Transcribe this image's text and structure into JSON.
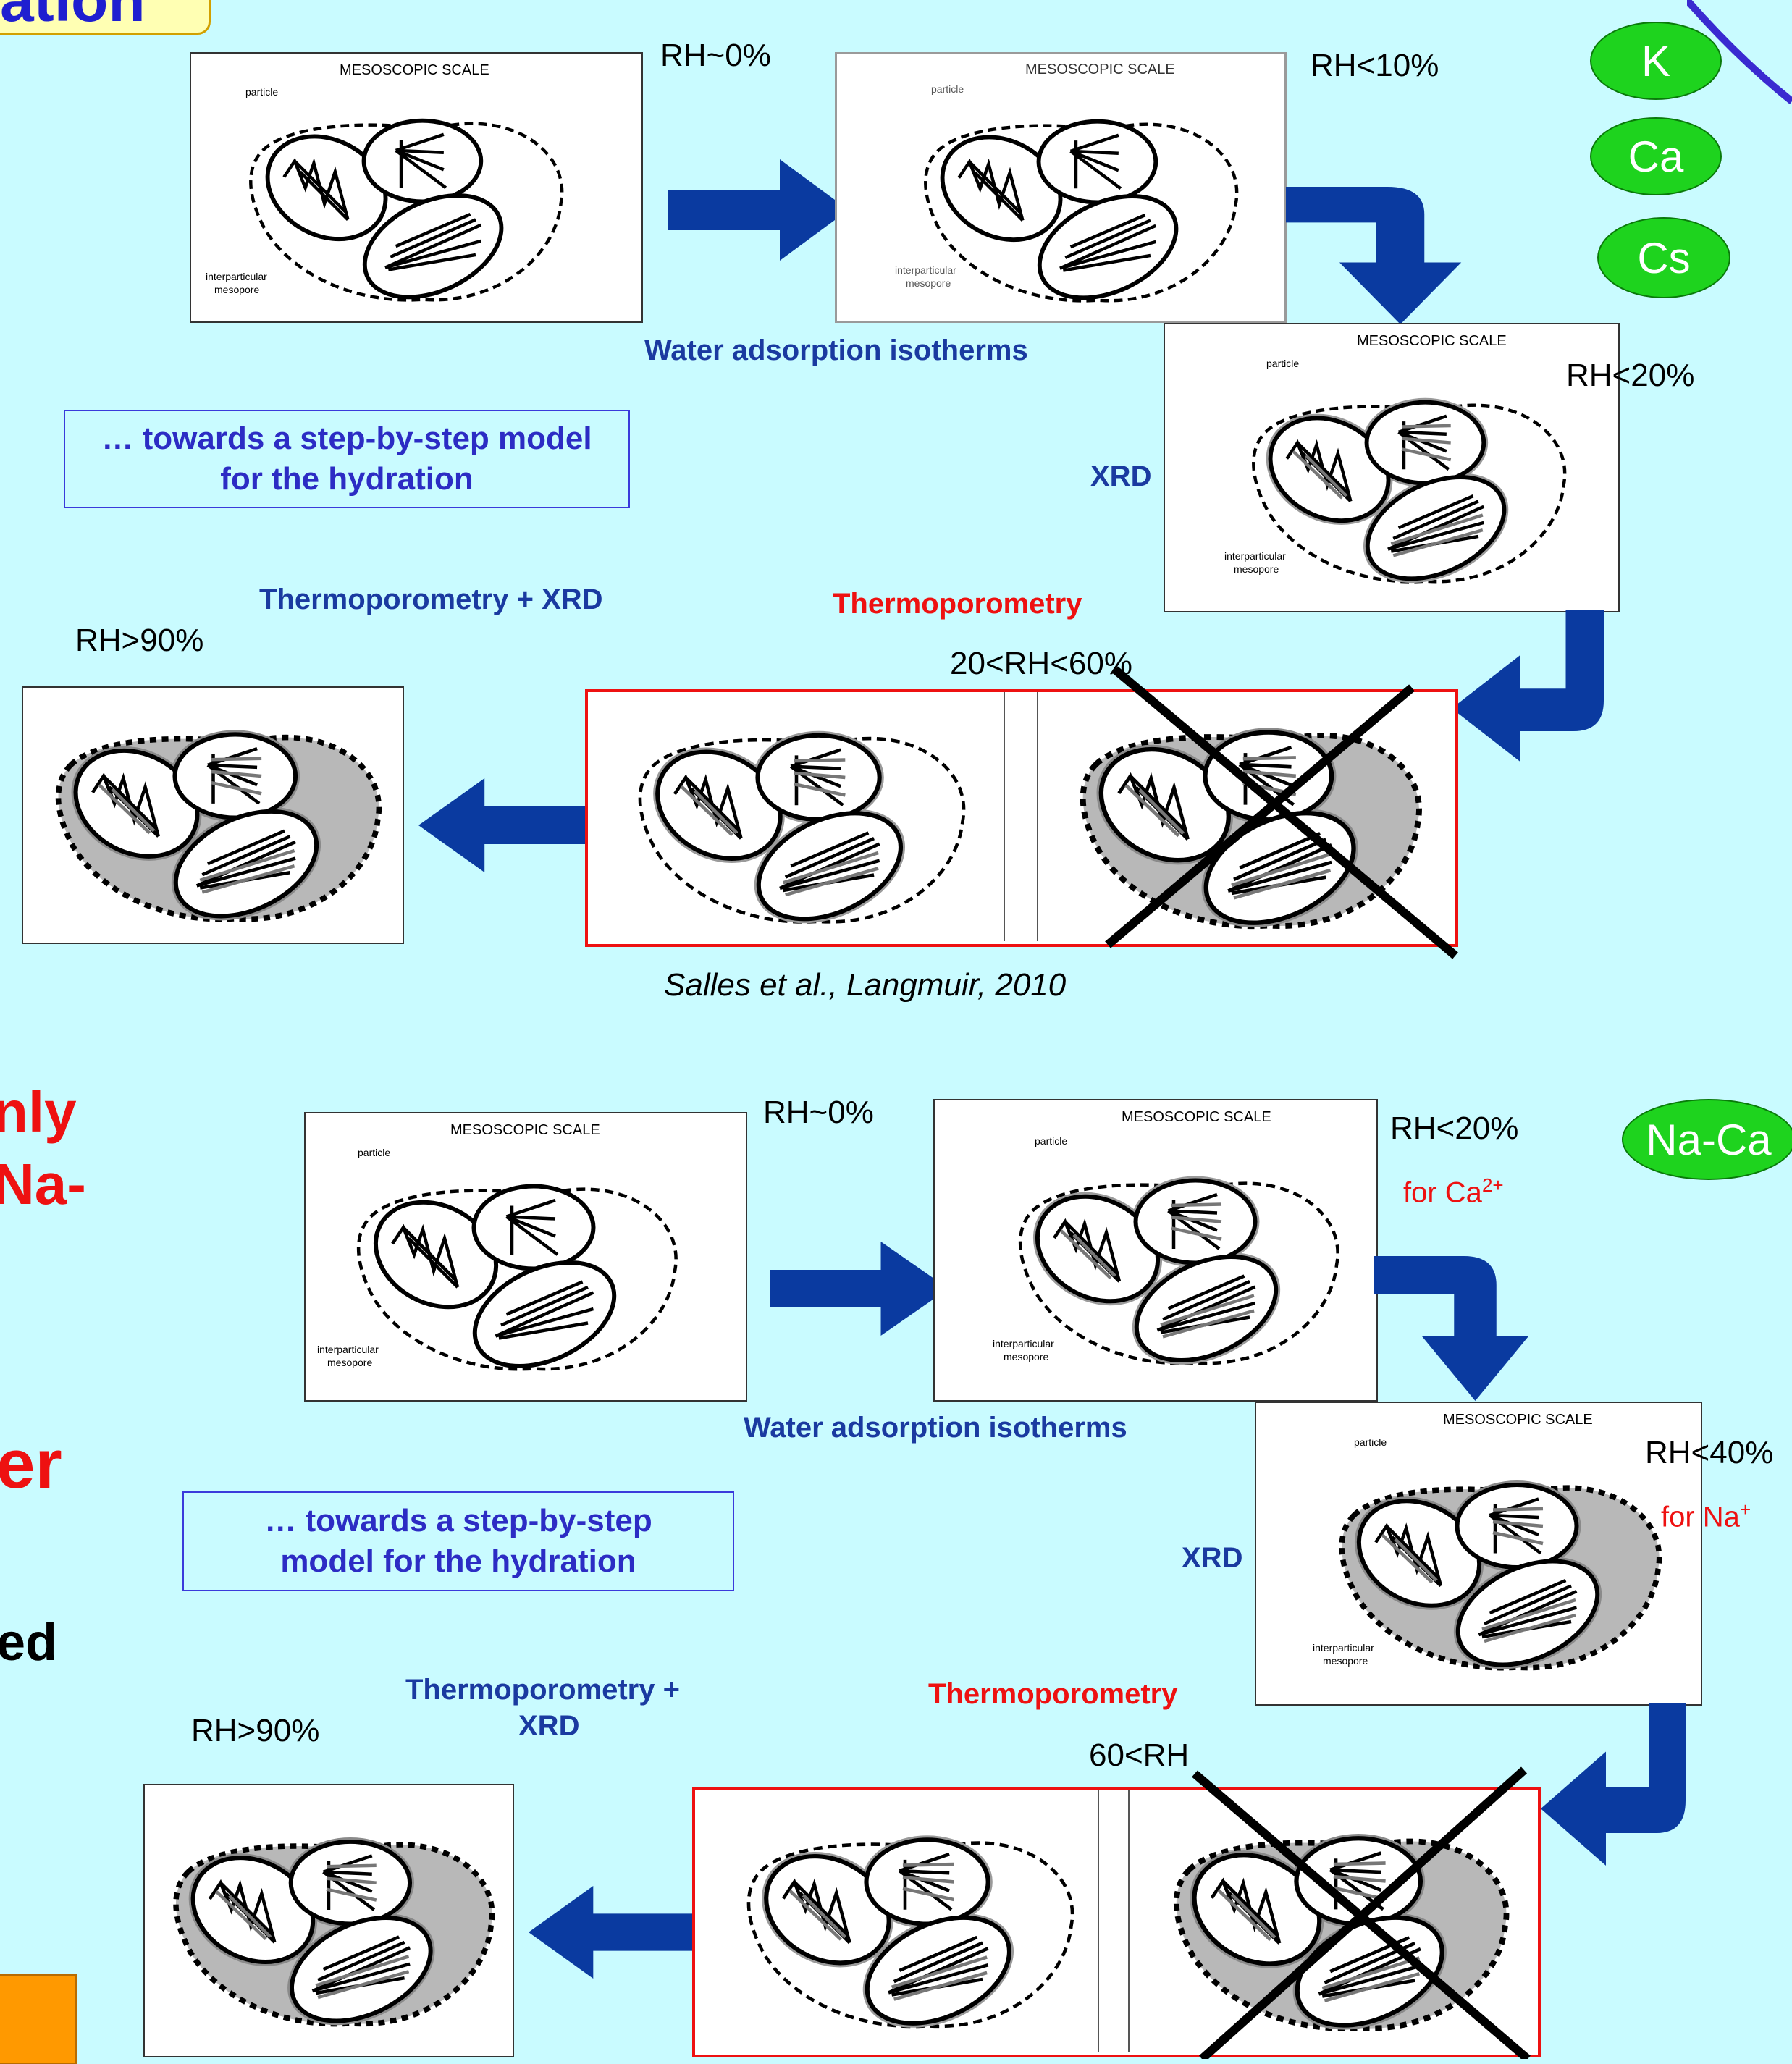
{
  "header_fragment": "ation",
  "colors": {
    "background": "#c9fbff",
    "arrow": "#0a3aa0",
    "badge": "#1ed31e",
    "accent_red": "#ee1111",
    "title_blue": "#1f1fd0",
    "orange": "#ff9900"
  },
  "panel_labels": {
    "scale": "MESOSCOPIC SCALE",
    "particle": "particle",
    "mesopore_1": "interparticular",
    "mesopore_2": "mesopore"
  },
  "top": {
    "badges": [
      "K",
      "Ca",
      "Cs"
    ],
    "rh": {
      "s1": "RH~0%",
      "s2": "RH<10%",
      "s3": "RH<20%",
      "s4": "20<RH<60%",
      "s5": "RH>90%"
    },
    "methods": {
      "adsorption": "Water adsorption isotherms",
      "xrd": "XRD",
      "thermo": "Thermoporometry",
      "thermo_xrd": "Thermoporometry + XRD"
    },
    "model_box": {
      "line1": "… towards a step-by-step model",
      "line2": "for the hydration"
    },
    "citation": "Salles et al., Langmuir, 2010"
  },
  "bottom": {
    "badge": "Na-Ca",
    "rh": {
      "s1": "RH~0%",
      "s2": "RH<20%",
      "s2_note": "for Ca",
      "s2_note_sup": "2+",
      "s3": "RH<40%",
      "s3_note": "for Na",
      "s3_note_sup": "+",
      "s4": "60<RH",
      "s5": "RH>90%"
    },
    "methods": {
      "adsorption": "Water adsorption isotherms",
      "xrd": "XRD",
      "thermo": "Thermoporometry",
      "thermo_xrd_1": "Thermoporometry +",
      "thermo_xrd_2": "XRD"
    },
    "model_box": {
      "line1": "… towards a step-by-step",
      "line2": "model for the hydration"
    }
  },
  "left_fragments": {
    "a": "nly",
    "b": "Na-",
    "c": "er",
    "d": "ed"
  }
}
